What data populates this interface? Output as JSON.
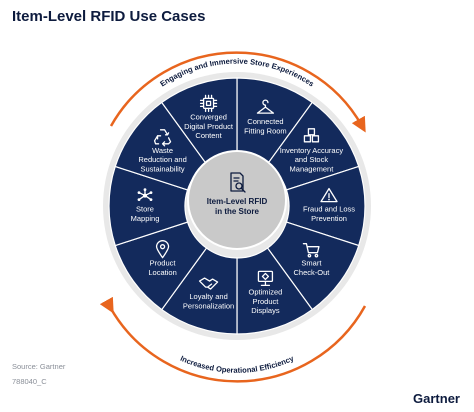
{
  "title": "Item-Level RFID Use Cases",
  "source": "Source: Gartner",
  "doc_id": "788040_C",
  "brand": "Gartner",
  "hub": {
    "lines": [
      "Item-Level RFID",
      "in the Store"
    ],
    "icon": "document-search-icon"
  },
  "top_arc_label": "Engaging and Immersive Store Experiences",
  "bottom_arc_label": "Increased Operational Efficiency",
  "colors": {
    "segment": "#132a5c",
    "ring": "#e8e8e8",
    "hub": "#c9c9c9",
    "arrow": "#e8651e",
    "text": "#0d1b3e"
  },
  "segments": [
    {
      "id": "connected-fitting-room",
      "lines": [
        "Connected",
        "Fitting Room"
      ],
      "icon": "hanger-icon"
    },
    {
      "id": "inventory-accuracy",
      "lines": [
        "Inventory Accuracy",
        "and Stock",
        "Management"
      ],
      "icon": "boxes-icon"
    },
    {
      "id": "fraud-loss-prevention",
      "lines": [
        "Fraud and Loss",
        "Prevention"
      ],
      "icon": "warning-icon"
    },
    {
      "id": "smart-checkout",
      "lines": [
        "Smart",
        "Check-Out"
      ],
      "icon": "cart-icon"
    },
    {
      "id": "optimized-product-displays",
      "lines": [
        "Optimized",
        "Product",
        "Displays"
      ],
      "icon": "display-icon"
    },
    {
      "id": "loyalty-personalization",
      "lines": [
        "Loyalty and",
        "Personalization"
      ],
      "icon": "handshake-icon"
    },
    {
      "id": "product-location",
      "lines": [
        "Product",
        "Location"
      ],
      "icon": "location-pin-icon"
    },
    {
      "id": "store-mapping",
      "lines": [
        "Store",
        "Mapping"
      ],
      "icon": "network-icon"
    },
    {
      "id": "waste-reduction",
      "lines": [
        "Waste",
        "Reduction and",
        "Sustainability"
      ],
      "icon": "recycle-icon"
    },
    {
      "id": "converged-digital-content",
      "lines": [
        "Converged",
        "Digital Product",
        "Content"
      ],
      "icon": "chip-icon"
    }
  ]
}
